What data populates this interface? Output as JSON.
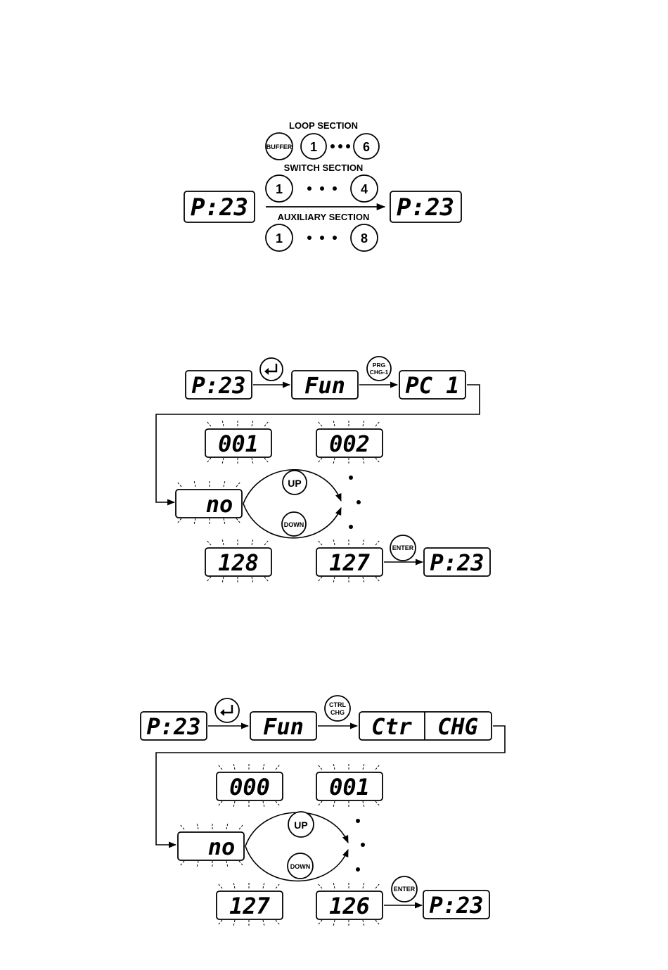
{
  "diagram1": {
    "loop_section_label": "LOOP SECTION",
    "switch_section_label": "SWITCH SECTION",
    "auxiliary_section_label": "AUXILIARY SECTION",
    "buffer_button": "BUFFER",
    "loop_first": "1",
    "loop_last": "6",
    "switch_first": "1",
    "switch_last": "4",
    "aux_first": "1",
    "aux_last": "8",
    "display_left": "P:23",
    "display_right": "P:23"
  },
  "diagram2": {
    "display_start": "P:23",
    "display_fun": "Fun",
    "display_mode": "PC 1",
    "prg_button_line1": "PRG",
    "prg_button_line2": "CHG-1",
    "value_a": "001",
    "value_b": "002",
    "value_no": "no",
    "up_button": "UP",
    "down_button": "DOWN",
    "value_c": "128",
    "value_d": "127",
    "enter_button": "ENTER",
    "display_end": "P:23"
  },
  "diagram3": {
    "display_start": "P:23",
    "display_fun": "Fun",
    "ctrl_button_line1": "CTRL",
    "ctrl_button_line2": "CHG",
    "display_mode_a": "Ctr",
    "display_mode_b": "CHG",
    "value_a": "000",
    "value_b": "001",
    "value_no": "no",
    "up_button": "UP",
    "down_button": "DOWN",
    "value_c": "127",
    "value_d": "126",
    "enter_button": "ENTER",
    "display_end": "P:23"
  }
}
